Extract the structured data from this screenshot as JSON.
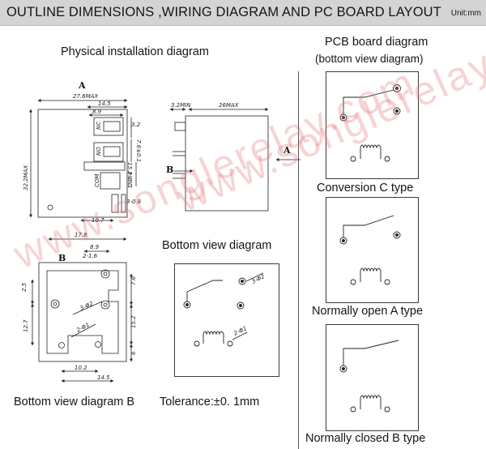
{
  "header": {
    "title": "OUTLINE DIMENSIONS ,WIRING DIAGRAM AND PC BOARD LAYOUT",
    "unit": "Unit:mm"
  },
  "labels": {
    "physical": "Physical installation diagram",
    "bottom_view": "Bottom view diagram",
    "bottom_view_b": "Bottom view diagram B",
    "tolerance": "Tolerance:±0. 1mm",
    "pcb_title": "PCB board diagram",
    "pcb_subtitle": "(bottom view diagram)",
    "type_c": "Conversion C type",
    "type_a": "Normally open A type",
    "type_b": "Normally closed B type"
  },
  "view_markers": {
    "a": "A",
    "b": "B"
  },
  "terminals": {
    "nc": "NC",
    "no": "NO",
    "com": "COM"
  },
  "dimensions": {
    "width_max": "27.6MAX",
    "d14_5": "14.5",
    "d8_9": "8.9",
    "d3_2": "3.2",
    "d7_6": "7.6±0.1",
    "d15_2": "15.2±0.1",
    "d2_1": "2-1.4",
    "d3_08": "3-0.8",
    "d10_7": "10.7",
    "height_max": "32.2MAX",
    "pin_min": "3.2MIN",
    "depth_max": "26MAX",
    "b_17_8": "17.8",
    "b_8_9": "8.9",
    "b_2_16": "2-1.6",
    "b_2_5": "2.5",
    "b_3_2": "3-Φ2",
    "b_2_1": "2-Φ1",
    "b_7_6": "7.6",
    "b_15_2": "15.2",
    "b_12_7": "12.7",
    "b_6": "6",
    "b_10_2": "10.2",
    "b_14_5": "14.5",
    "bv_3_2": "3-Φ2",
    "bv_2_1": "2-Φ1"
  },
  "watermark": "www.songlerelay.com",
  "colors": {
    "header_bg": "#d4d4d4",
    "watermark": "#e27878",
    "line": "#222222"
  }
}
